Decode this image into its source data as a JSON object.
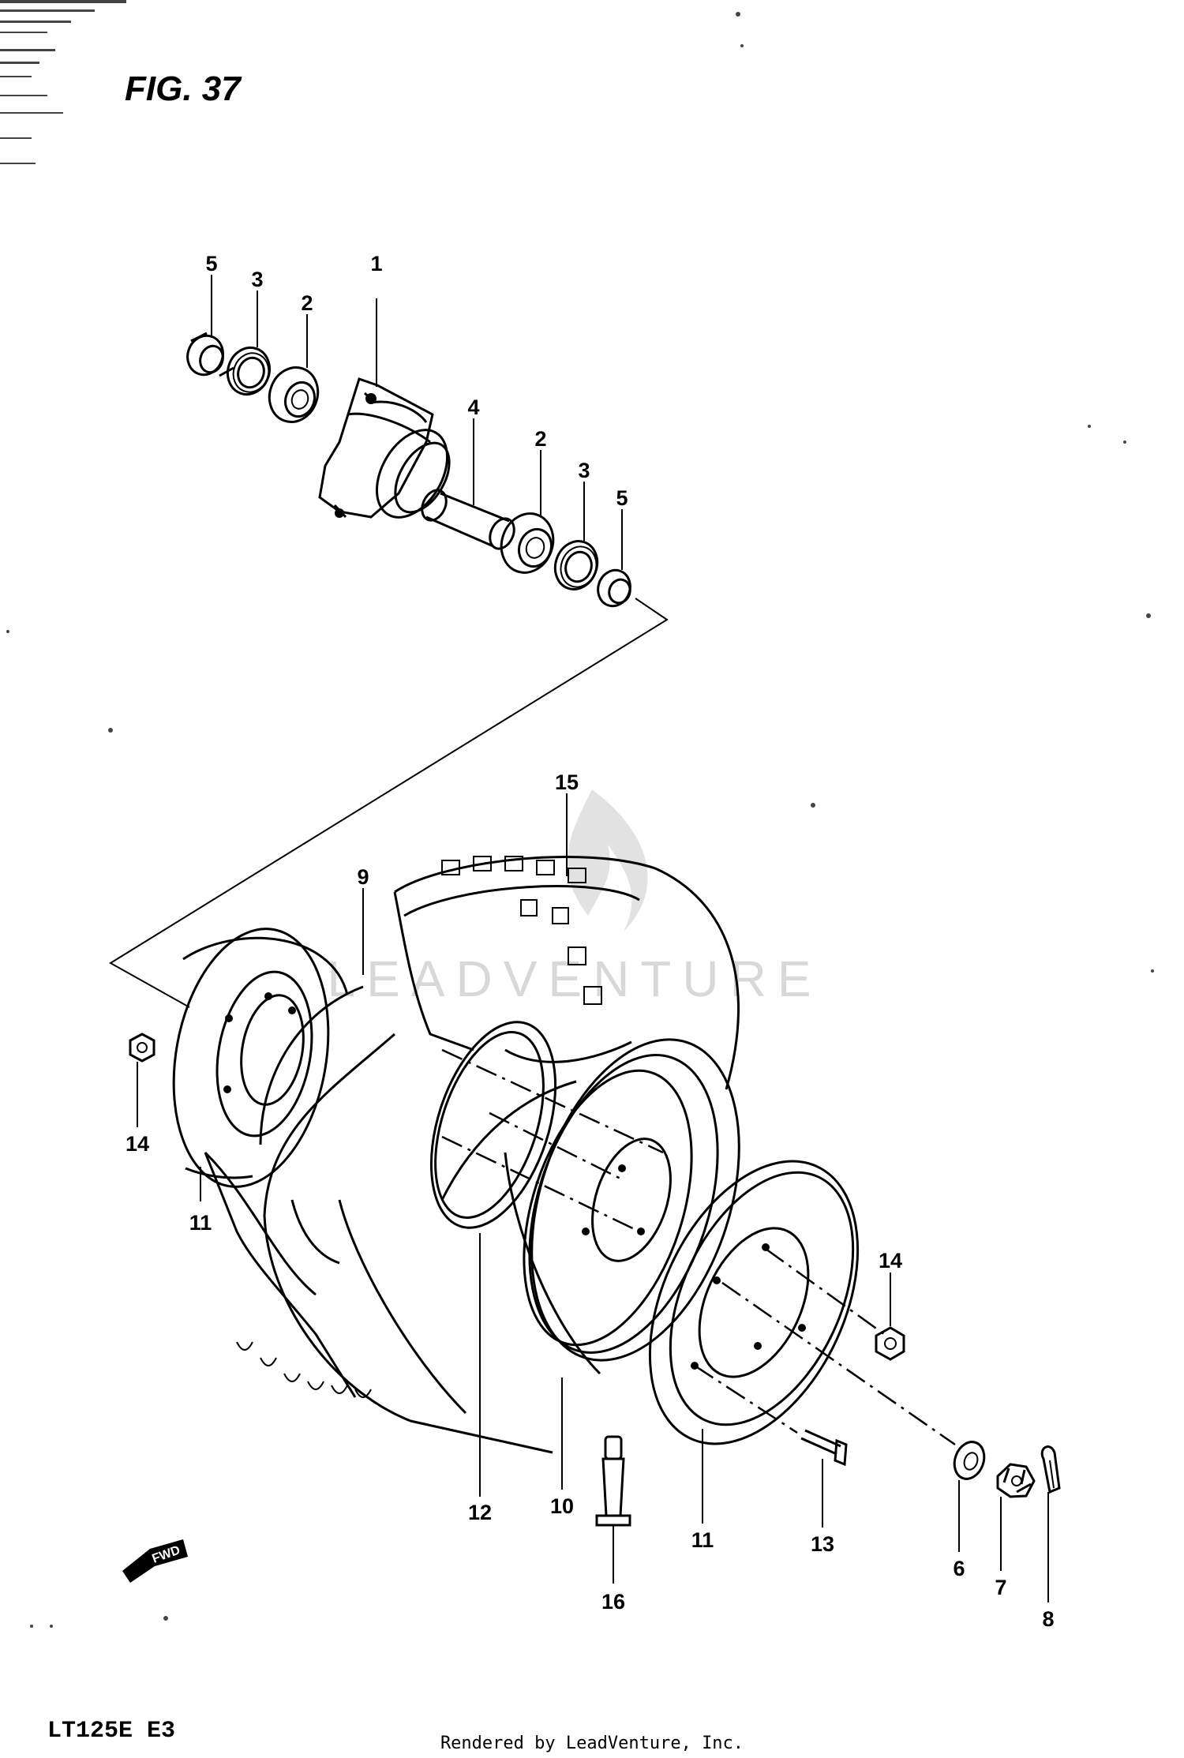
{
  "figure": {
    "title": "FIG. 37"
  },
  "watermark": {
    "text": "LEADVENTURE"
  },
  "callouts": [
    {
      "id": "c-5a",
      "text": "5"
    },
    {
      "id": "c-3a",
      "text": "3"
    },
    {
      "id": "c-2a",
      "text": "2"
    },
    {
      "id": "c-1",
      "text": "1"
    },
    {
      "id": "c-4",
      "text": "4"
    },
    {
      "id": "c-2b",
      "text": "2"
    },
    {
      "id": "c-3b",
      "text": "3"
    },
    {
      "id": "c-5b",
      "text": "5"
    },
    {
      "id": "c-15",
      "text": "15"
    },
    {
      "id": "c-9",
      "text": "9"
    },
    {
      "id": "c-14a",
      "text": "14"
    },
    {
      "id": "c-11a",
      "text": "11"
    },
    {
      "id": "c-14b",
      "text": "14"
    },
    {
      "id": "c-12",
      "text": "12"
    },
    {
      "id": "c-10",
      "text": "10"
    },
    {
      "id": "c-11b",
      "text": "11"
    },
    {
      "id": "c-13",
      "text": "13"
    },
    {
      "id": "c-6",
      "text": "6"
    },
    {
      "id": "c-7",
      "text": "7"
    },
    {
      "id": "c-8",
      "text": "8"
    },
    {
      "id": "c-16",
      "text": "16"
    }
  ],
  "front_arrow": {
    "text": "FWD",
    "icon": "front-direction-arrow-icon"
  },
  "footer": {
    "model": "LT125E  E3",
    "credit": "Rendered by LeadVenture, Inc."
  }
}
